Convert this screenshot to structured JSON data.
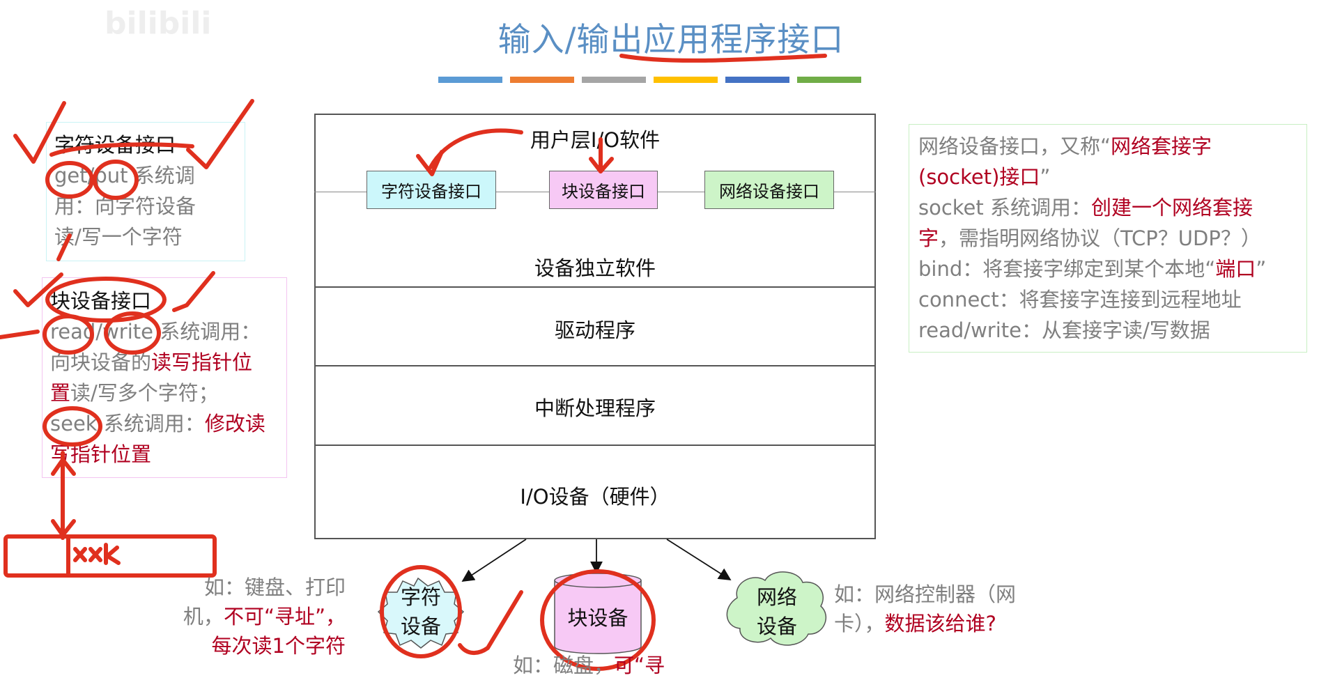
{
  "watermark": "bilibili",
  "title": "输入/输出应用程序接口",
  "accent_bars": [
    "#5b9bd5",
    "#ed7d31",
    "#a5a5a5",
    "#ffc000",
    "#4472c4",
    "#70ad47"
  ],
  "colors": {
    "emphasis_red": "#b00020",
    "annotation_red": "#e0301e",
    "note_gray": "#7f7f7f"
  },
  "char_note": {
    "heading": "字符设备接口",
    "line1": "get/put 系统调",
    "line2": "用：向字符设备",
    "line3": "读/写一个字符"
  },
  "block_note": {
    "heading": "块设备接口",
    "line1": "read/write 系统调用：",
    "line2_a": "向块设备的",
    "line2_b": "读写指针位",
    "line3_a": "置",
    "line3_b": "读/写多个字符；",
    "line4_a": "seek 系统调用：",
    "line4_b": "修改读",
    "line5": "写指针位置"
  },
  "net_note": {
    "line1_a": "网络设备接口，又称“",
    "line1_b": "网络套接字",
    "line2_a": "(socket)接口",
    "line2_b": "”",
    "line3_a": "socket 系统调用：",
    "line3_b": "创建一个网络套接",
    "line4_a": "字",
    "line4_b": "，需指明网络协议（TCP？UDP？）",
    "line5_a": "bind：将套接字绑定到某个本地“",
    "line5_b": "端口",
    "line5_c": "”",
    "line6": "connect：将套接字连接到远程地址",
    "line7": "read/write：从套接字读/写数据"
  },
  "stack": {
    "user_layer": "用户层I/O软件",
    "interfaces": [
      "字符设备接口",
      "块设备接口",
      "网络设备接口"
    ],
    "independent": "设备独立软件",
    "driver": "驱动程序",
    "interrupt": "中断处理程序",
    "hardware": "I/O设备（硬件）"
  },
  "devices": {
    "char": "字符\n设备",
    "block": "块设备",
    "network": "网络\n设备"
  },
  "char_example": {
    "line1": "如：键盘、打印",
    "line2_a": "机，",
    "line2_b": "不可“寻址”，",
    "line3": "每次读1个字符"
  },
  "block_example": {
    "a": "如：磁盘，",
    "b": "可“寻"
  },
  "net_example": {
    "line1": "如：网络控制器（网",
    "line2_a": "卡），",
    "line2_b": "数据该给谁?"
  },
  "annotation_text": "xxk"
}
